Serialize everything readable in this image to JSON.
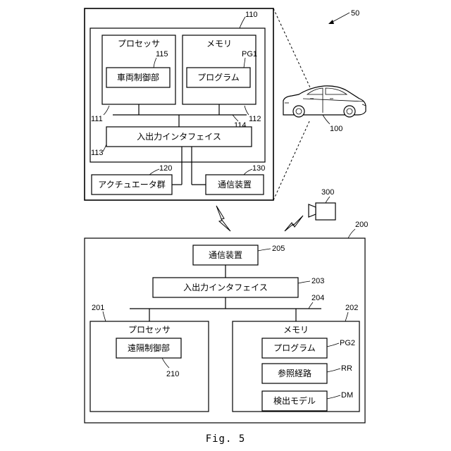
{
  "vehicle_system": {
    "ref": "110",
    "processor": {
      "label": "プロセッサ",
      "ref": "111",
      "unit_label": "車両制御部",
      "unit_ref": "115"
    },
    "memory": {
      "label": "メモリ",
      "ref": "112",
      "program_label": "プログラム",
      "program_ref": "PG1"
    },
    "bus_ref": "114",
    "io": {
      "label": "入出力インタフェイス",
      "ref": "113"
    },
    "actuators": {
      "label": "アクチュエータ群",
      "ref": "120"
    },
    "comm": {
      "label": "通信装置",
      "ref": "130"
    }
  },
  "system_ref": "50",
  "vehicle_ref": "100",
  "camera_ref": "300",
  "server": {
    "ref": "200",
    "comm": {
      "label": "通信装置",
      "ref": "205"
    },
    "io": {
      "label": "入出力インタフェイス",
      "ref": "203"
    },
    "bus_ref": "204",
    "processor": {
      "label": "プロセッサ",
      "ref": "201",
      "unit_label": "遠隔制御部",
      "unit_ref": "210"
    },
    "memory": {
      "label": "メモリ",
      "ref": "202",
      "program_label": "プログラム",
      "program_ref": "PG2",
      "route_label": "参照経路",
      "route_ref": "RR",
      "model_label": "検出モデル",
      "model_ref": "DM"
    }
  },
  "caption": "Fig. 5"
}
